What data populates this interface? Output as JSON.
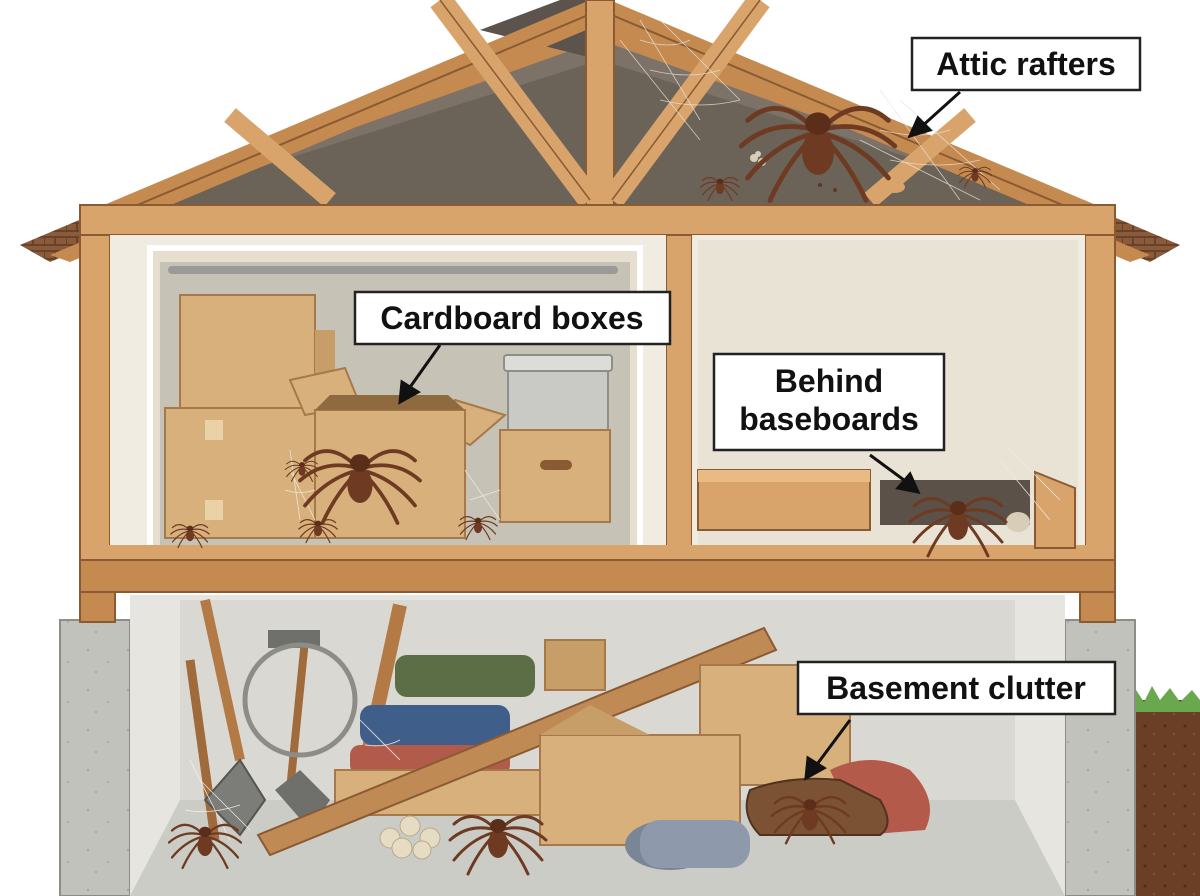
{
  "labels": {
    "attic": "Attic rafters",
    "boxes": "Cardboard boxes",
    "baseboards_line1": "Behind",
    "baseboards_line2": "baseboards",
    "basement": "Basement clutter"
  },
  "colors": {
    "wood_light": "#d9a46b",
    "wood_mid": "#c58a50",
    "wood_dark": "#8a5a33",
    "roof_shingle": "#7a4f33",
    "attic_shadow": "#6b6258",
    "wall_room": "#ece6d8",
    "box": "#d7b07c",
    "box_shadow": "#b98d57",
    "concrete": "#bdbdb8",
    "concrete_dark": "#9d9d98",
    "spider": "#6e3b22",
    "callout_border": "#222222",
    "grass": "#6aa84f",
    "soil": "#6b3f25"
  }
}
